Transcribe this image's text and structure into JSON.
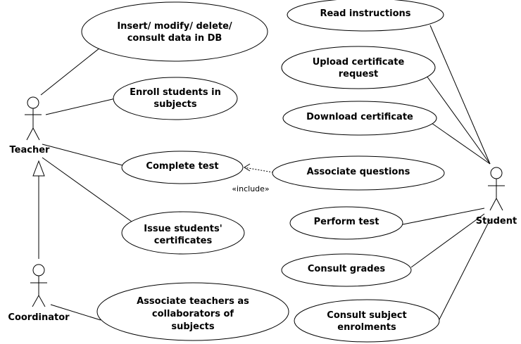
{
  "actors": {
    "teacher": "Teacher",
    "coordinator": "Coordinator",
    "student": "Student"
  },
  "use_cases": {
    "insert_modify": [
      "Insert/ modify/ delete/",
      "consult data in DB"
    ],
    "enroll_students": [
      "Enroll students in",
      "subjects"
    ],
    "complete_test": [
      "Complete test"
    ],
    "issue_certificates": [
      "Issue students'",
      "certificates"
    ],
    "associate_teachers": [
      "Associate teachers as",
      "collaborators of",
      "subjects"
    ],
    "read_instructions": [
      "Read instructions"
    ],
    "upload_certificate": [
      "Upload certificate",
      "request"
    ],
    "download_certificate": [
      "Download certificate"
    ],
    "associate_questions": [
      "Associate questions"
    ],
    "perform_test": [
      "Perform test"
    ],
    "consult_grades": [
      "Consult grades"
    ],
    "consult_enrolments": [
      "Consult subject",
      "enrolments"
    ]
  },
  "relations": {
    "include_label": "«include»"
  }
}
